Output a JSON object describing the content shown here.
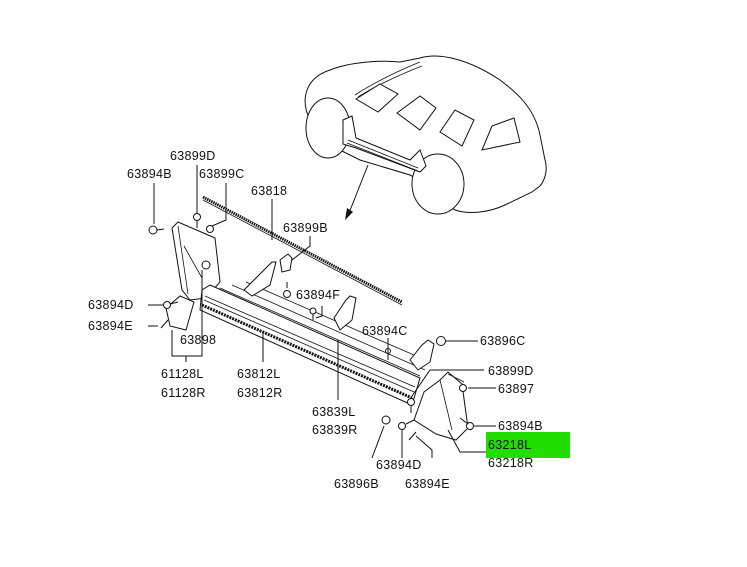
{
  "diagram": {
    "title": "Side step / sill garnish parts diagram",
    "highlight_color": "#22dd00",
    "labels": {
      "p63899D_top": "63899D",
      "p63894B_left": "63894B",
      "p63899C": "63899C",
      "p63818": "63818",
      "p63899B": "63899B",
      "p63894F": "63894F",
      "p63894D_left": "63894D",
      "p63894E_left": "63894E",
      "p63898": "63898",
      "p61128L": "61128L",
      "p61128R": "61128R",
      "p63812L": "63812L",
      "p63812R": "63812R",
      "p63894C": "63894C",
      "p63896C": "63896C",
      "p63899D_right": "63899D",
      "p63897": "63897",
      "p63839L": "63839L",
      "p63839R": "63839R",
      "p63894B_right": "63894B",
      "p63218L": "63218L",
      "p63218R": "63218R",
      "p63894D_bottom": "63894D",
      "p63896B": "63896B",
      "p63894E_bottom": "63894E"
    },
    "highlighted_part": "63218L"
  }
}
